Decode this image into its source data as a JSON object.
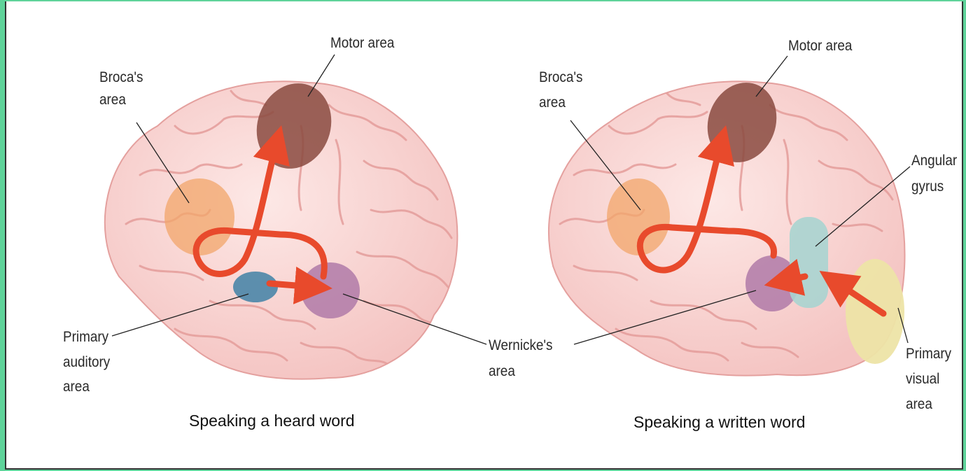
{
  "diagrams": [
    {
      "caption": "Speaking a heard word",
      "labels": {
        "motor_area": "Motor area",
        "broca_line1": "Broca's",
        "broca_line2": "area",
        "primary_auditory_line1": "Primary",
        "primary_auditory_line2": "auditory",
        "primary_auditory_line3": "area",
        "wernicke_line1": "Wernicke's",
        "wernicke_line2": "area"
      }
    },
    {
      "caption": "Speaking a written word",
      "labels": {
        "motor_area": "Motor area",
        "broca_line1": "Broca's",
        "broca_line2": "area",
        "angular_line1": "Angular",
        "angular_line2": "gyrus",
        "primary_visual_line1": "Primary",
        "primary_visual_line2": "visual",
        "primary_visual_line3": "area"
      }
    }
  ],
  "colors": {
    "brain": "#f9d6d4",
    "fold": "#e8a7a5",
    "motor": "#8a4a40",
    "broca": "#f2a66a",
    "auditory": "#4a86a8",
    "wernicke": "#b07aa8",
    "angular": "#a9d4d0",
    "visual": "#ede4a6",
    "arrow": "#e84a2c"
  }
}
